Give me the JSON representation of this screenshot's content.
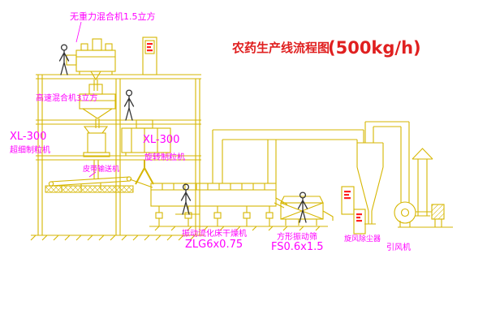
{
  "title": {
    "text": "农药生产线流程图",
    "capacity": "(500kg/h)"
  },
  "labels": {
    "ribbon_mixer": "无重力混合机1.5立方",
    "high_speed_mixer": "高速混合机3立方",
    "granulator_left_model": "XL-300",
    "granulator_left_name": "超细制粒机",
    "granulator_right_model": "XL-300",
    "granulator_right_name": "旋转制粒机",
    "belt_conveyor": "皮带输送机",
    "dryer_name": "振动流化床干燥机",
    "dryer_model": "ZLG6x0.75",
    "screen_name": "方形振动筛",
    "screen_model": "FS0.6x1.5",
    "cyclone_name": "旋风除尘器",
    "fan_name": "引风机"
  },
  "colors": {
    "line": "#d6b600",
    "label": "#ff00ff",
    "title": "#e02020",
    "figure": "#333333",
    "cabinet_text": "#ff2020"
  }
}
